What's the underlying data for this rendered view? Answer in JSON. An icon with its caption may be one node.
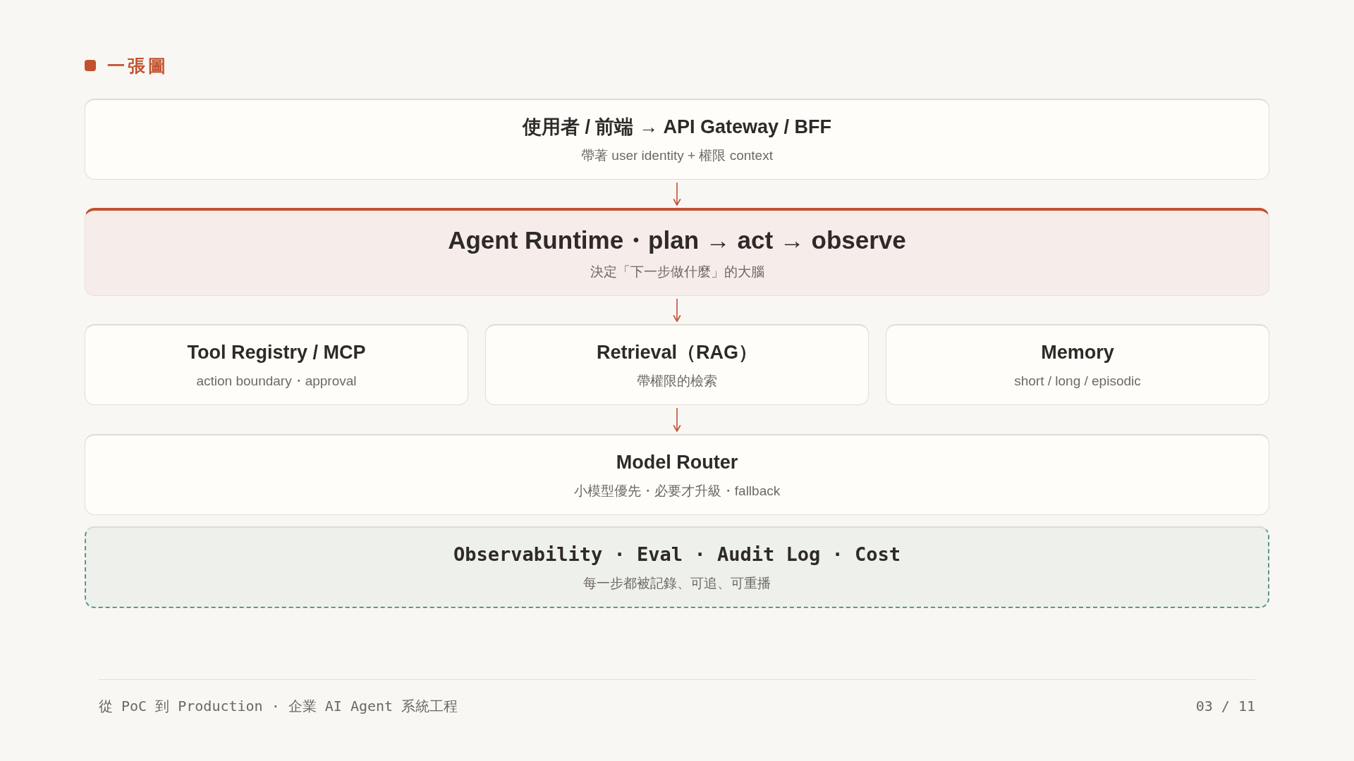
{
  "diagram": {
    "title": "一張圖",
    "nodes": [
      {
        "text": [
          "使用者 / 前端 → API Gateway / BFF",
          "帶著 user identity + 權限 context"
        ]
      },
      {
        "text": [
          "Agent Runtime・plan → act → observe",
          "決定「下一步做什麼」的大腦"
        ]
      },
      {
        "text": [
          "Tool Registry / MCP",
          "action boundary・approval"
        ]
      },
      {
        "text": [
          "Retrieval（RAG）",
          "帶權限的檢索"
        ]
      },
      {
        "text": [
          "Memory",
          "short / long / episodic"
        ]
      },
      {
        "text": [
          "Model Router",
          "小模型優先・必要才升級・fallback"
        ]
      },
      {
        "text": [
          "Observability · Eval · Audit Log · Cost",
          "每一步都被記錄、可追、可重播"
        ]
      }
    ],
    "edges": [
      {
        "from": 0,
        "to": 1,
        "arrow": "to"
      },
      {
        "from": 1,
        "to": 3,
        "arrow": "to"
      },
      {
        "from": 3,
        "to": 5,
        "arrow": "to"
      }
    ],
    "labels": [
      "從 PoC 到 Production · 企業 AI Agent 系統工程",
      "03 / 11"
    ]
  }
}
